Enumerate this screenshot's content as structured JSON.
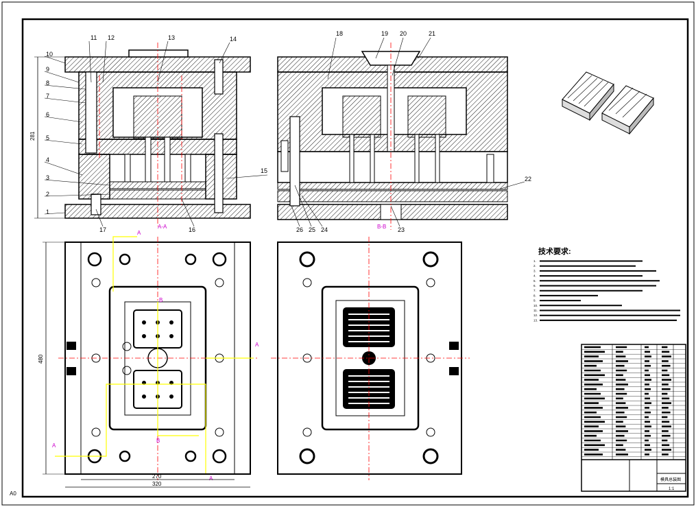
{
  "sheet": {
    "size_label": "A0"
  },
  "front_section": {
    "part_labels": [
      "1",
      "2",
      "3",
      "4",
      "5",
      "6",
      "7",
      "8",
      "9",
      "10",
      "11",
      "12",
      "13",
      "14",
      "15",
      "16",
      "17"
    ],
    "dim_height": "281",
    "section_mark": "A-A"
  },
  "side_section": {
    "part_labels": [
      "18",
      "19",
      "20",
      "21",
      "22",
      "23",
      "24",
      "25",
      "26"
    ],
    "section_mark": "B-B"
  },
  "plan_views": {
    "dim_height": "480",
    "dim_width_inner": "270",
    "dim_width_outer": "320",
    "cut_marks": [
      "A",
      "A",
      "A",
      "A",
      "B",
      "B"
    ]
  },
  "technical_requirements": {
    "heading": "技术要求:",
    "items": [
      "1.",
      "2.",
      "3.",
      "4.",
      "5.",
      "6.",
      "7.",
      "8.",
      "9.",
      "10.",
      "11.",
      "12.",
      "13."
    ]
  },
  "title_block": {
    "drawing_title": "模具总装图",
    "scale": "1:1"
  },
  "colors": {
    "line": "#000000",
    "hatch": "#000000",
    "center": "#ff0000",
    "aux": "#ffff00",
    "mark": "#cc00cc"
  }
}
